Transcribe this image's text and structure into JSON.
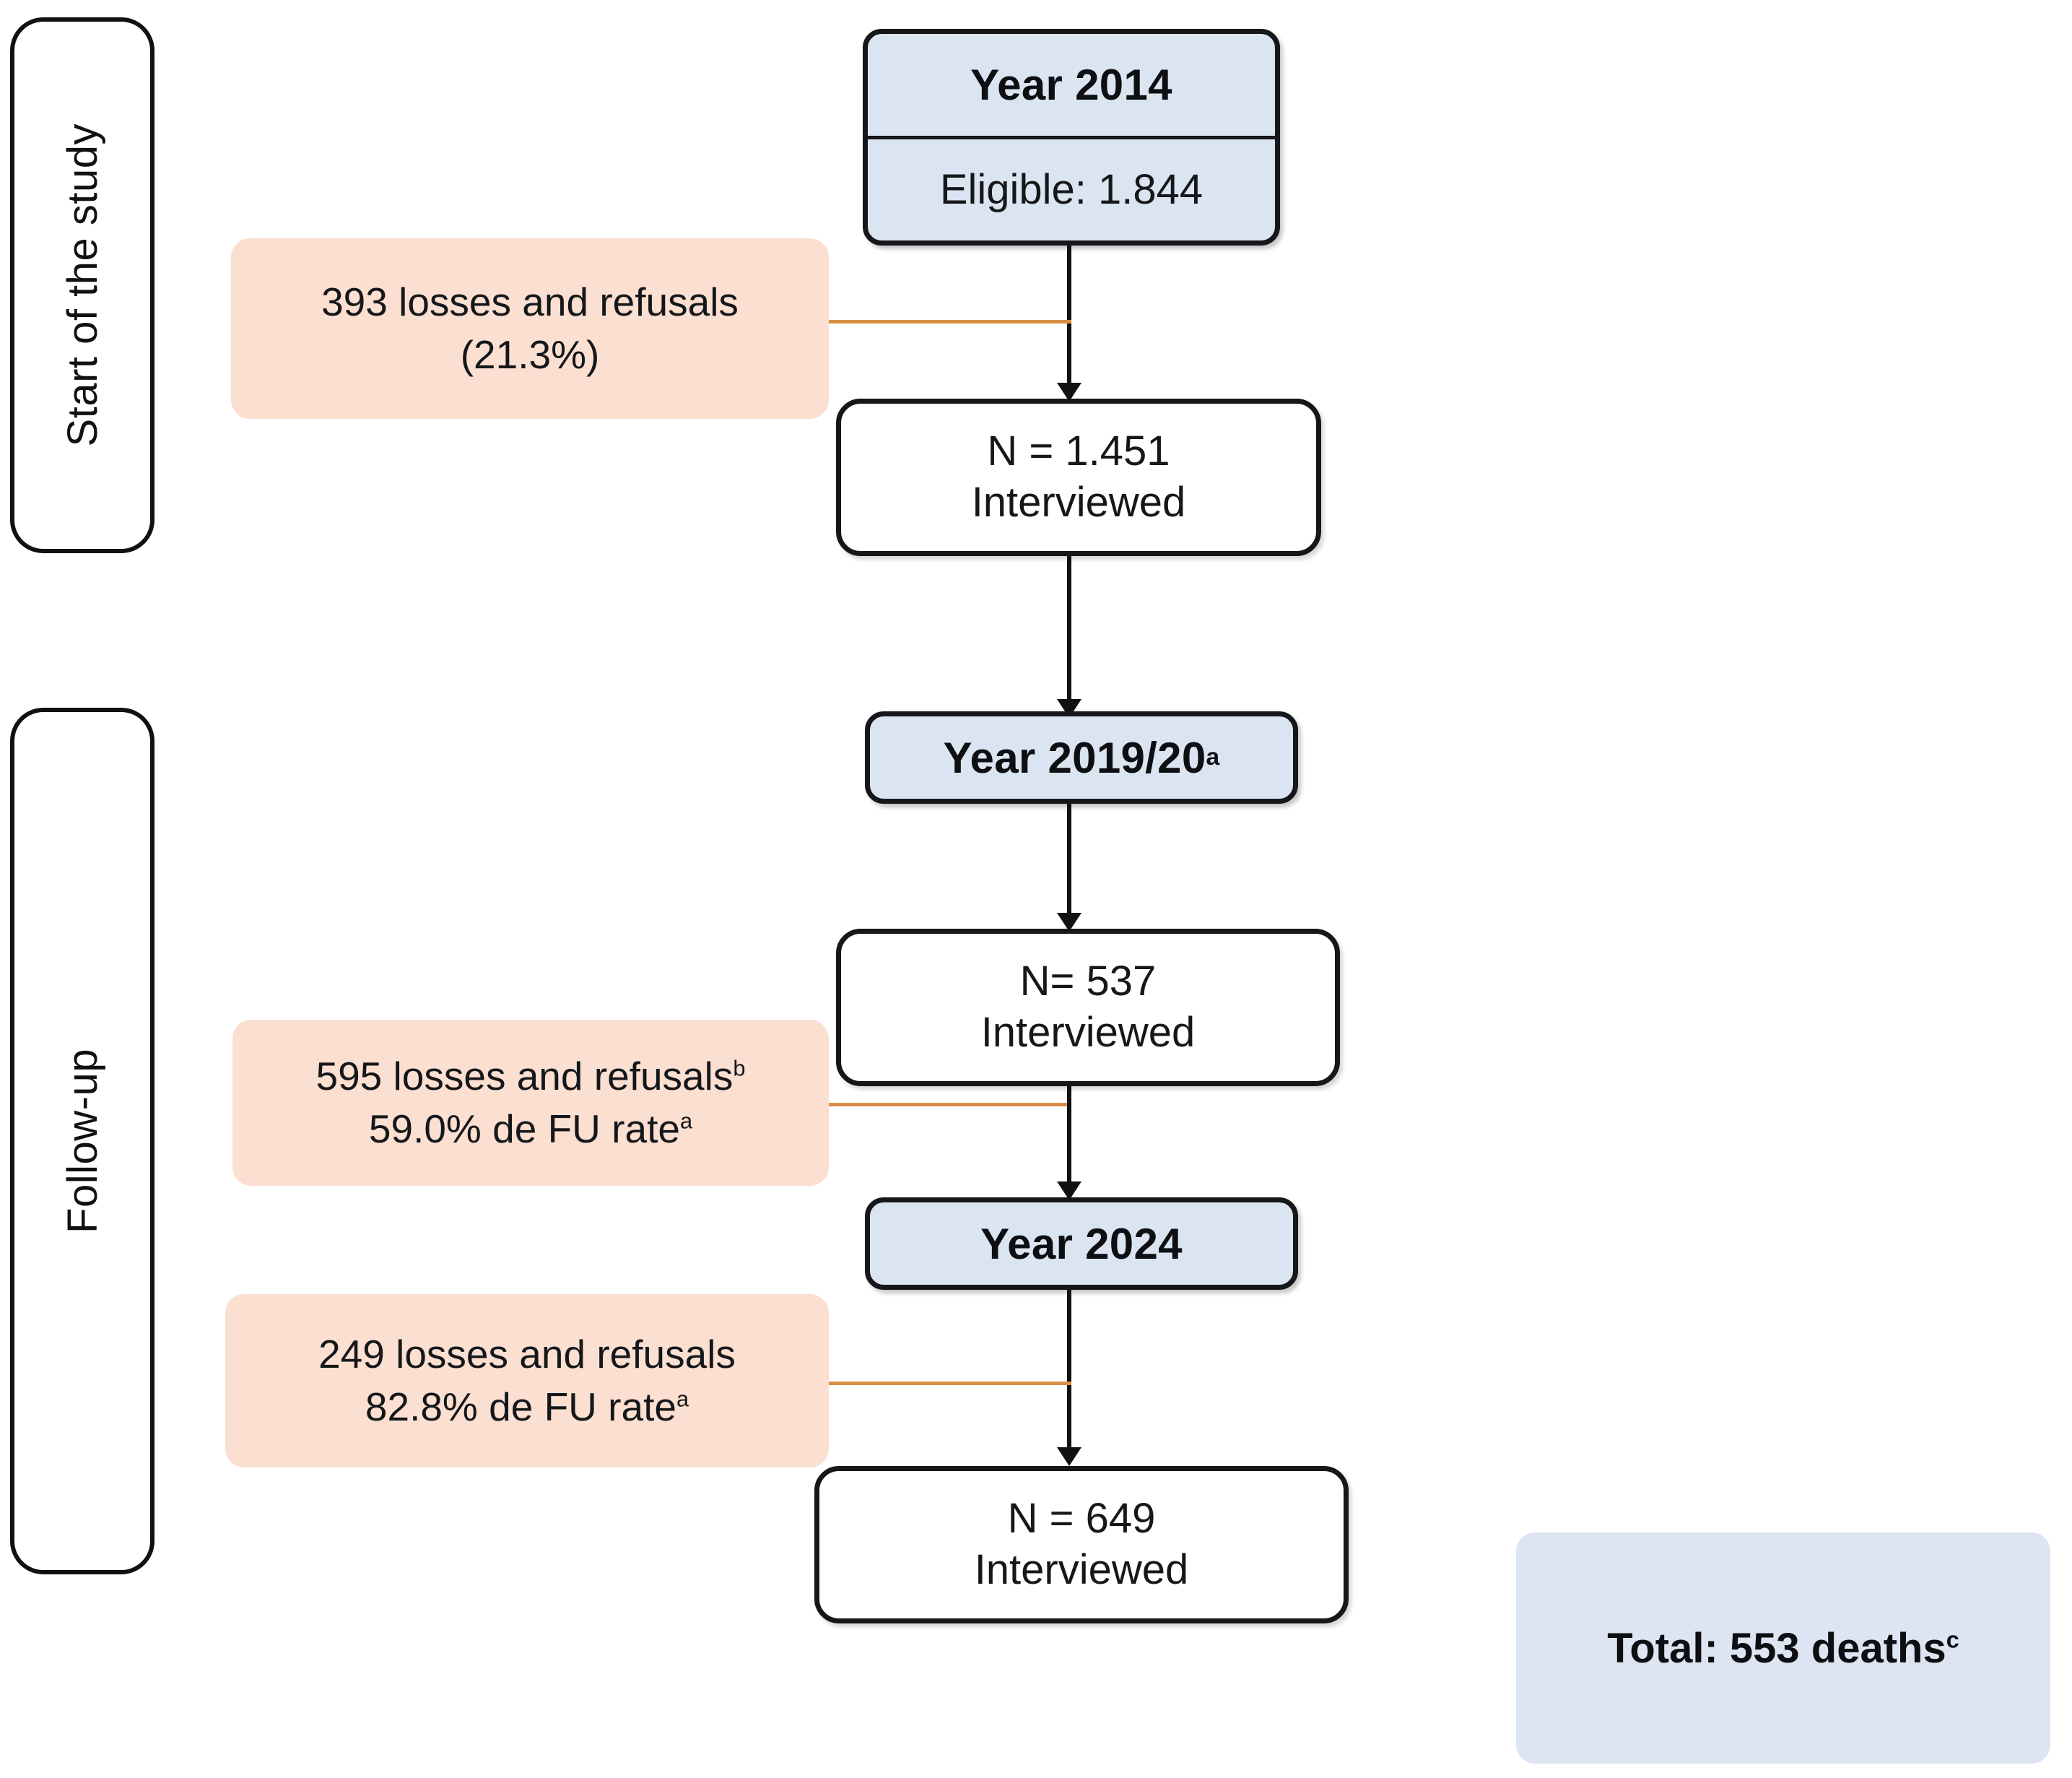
{
  "figure": {
    "type": "study-flow-diagram",
    "colors": {
      "blue_fill": "#dbe5f1",
      "peach_fill": "#fbdfd1",
      "orange_connector": "#d98e45",
      "outline": "#15171a"
    }
  },
  "phases": [
    {
      "id": "start",
      "label": "Start of the study"
    },
    {
      "id": "followup",
      "label": "Follow-up"
    }
  ],
  "nodes": {
    "year_2014": {
      "title": "Year 2014",
      "subtitle": "Eligible: 1.844"
    },
    "interviewed_2014": {
      "line1": "N = 1.451",
      "line2": "Interviewed"
    },
    "year_2019_20": {
      "title": "Year 2019/20",
      "title_superscript": "a"
    },
    "interviewed_2019": {
      "line1": "N= 537",
      "line2": "Interviewed"
    },
    "year_2024": {
      "title": "Year 2024"
    },
    "interviewed_2024": {
      "line1": "N = 649",
      "line2": "Interviewed"
    },
    "deaths": {
      "label": "Total: 553 deaths",
      "superscript": "c"
    }
  },
  "losses": [
    {
      "id": "loss-2014",
      "line1": "393 losses and refusals",
      "line1_superscript": "",
      "line2": "(21.3%)",
      "line2_superscript": ""
    },
    {
      "id": "loss-2019",
      "line1": "595 losses and refusals",
      "line1_superscript": "b",
      "line2": "59.0% de FU rate",
      "line2_superscript": "a"
    },
    {
      "id": "loss-2024",
      "line1": "249 losses and refusals",
      "line1_superscript": "",
      "line2": "82.8% de FU rate",
      "line2_superscript": "a"
    }
  ]
}
